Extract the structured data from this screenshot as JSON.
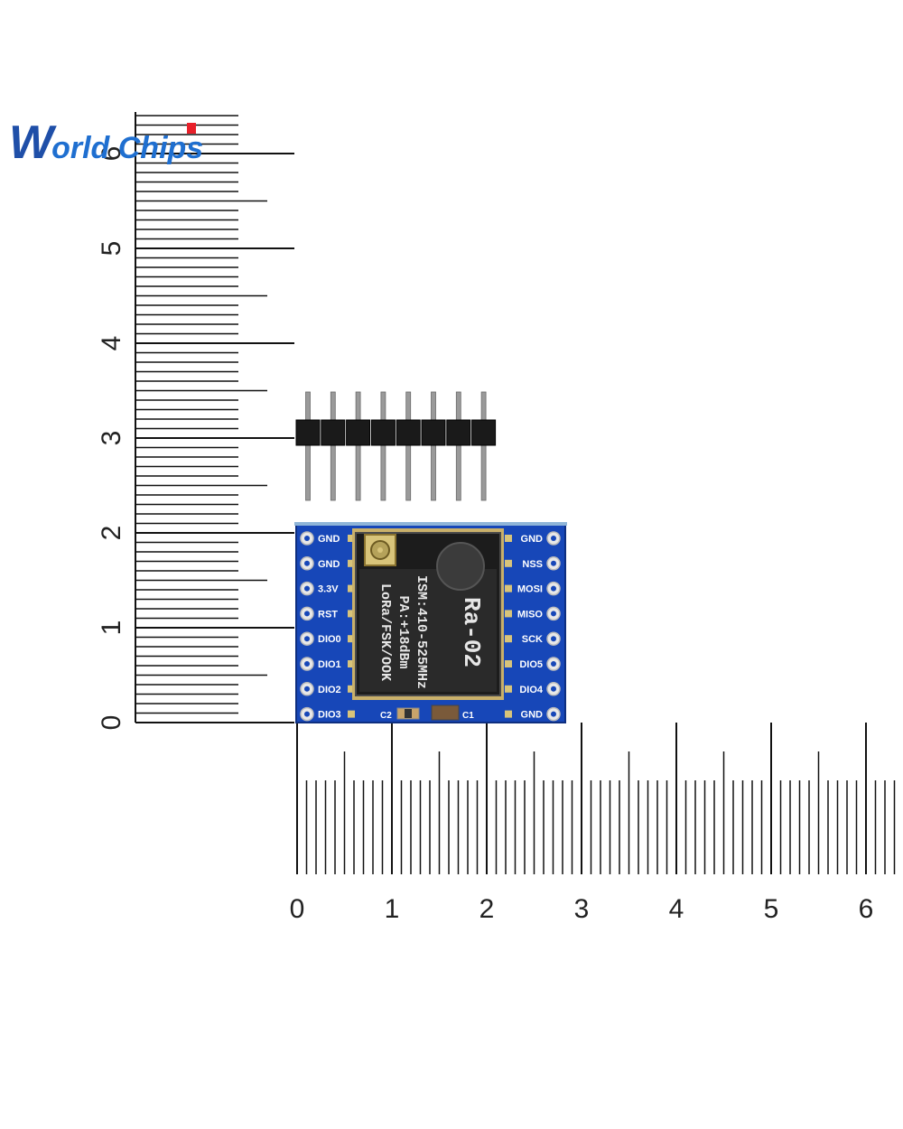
{
  "logo": {
    "w": "W",
    "rest": "orld Chips"
  },
  "ruler_vertical": {
    "labels": [
      "0",
      "1",
      "2",
      "3",
      "4",
      "5",
      "6"
    ]
  },
  "ruler_horizontal": {
    "labels": [
      "0",
      "1",
      "2",
      "3",
      "4",
      "5",
      "6"
    ]
  },
  "board": {
    "left_pins": [
      "GND",
      "GND",
      "3.3V",
      "RST",
      "DIO0",
      "DIO1",
      "DIO2",
      "DIO3"
    ],
    "right_pins": [
      "GND",
      "NSS",
      "MOSI",
      "MISO",
      "SCK",
      "DIO5",
      "DIO4",
      "GND"
    ],
    "cap_left": "C2",
    "cap_right": "C1",
    "module": {
      "name": "Ra-02",
      "line1": "ISM:410-525MHz",
      "line2": "PA:+18dBm",
      "line3": "LoRa/FSK/OOK"
    }
  },
  "colors": {
    "pcb": "#1747b8",
    "module": "#222222",
    "header": "#1a1a1a",
    "pin": "#9a9a9a"
  }
}
